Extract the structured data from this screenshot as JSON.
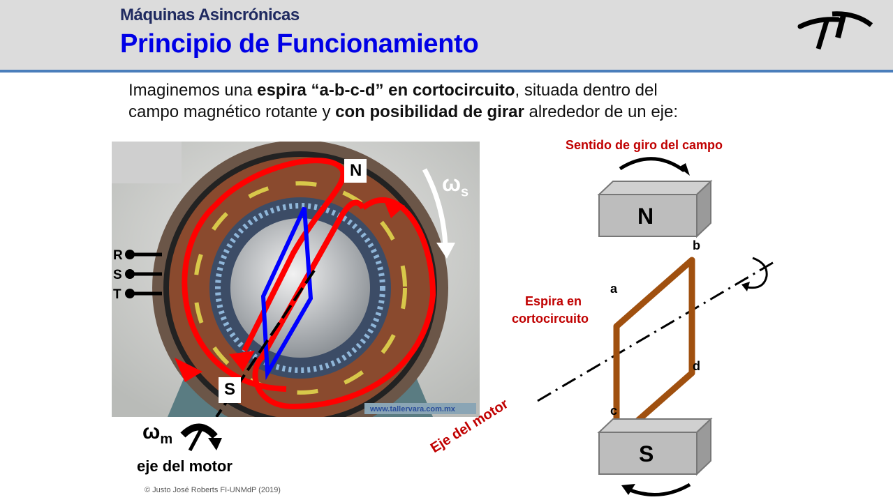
{
  "header": {
    "subtitle": "Máquinas Asincrónicas",
    "title": "Principio de Funcionamiento",
    "logo_icon": "institution-logo-icon"
  },
  "intro": {
    "line1_a": "Imaginemos una ",
    "line1_b": "espira “a-b-c-d” en cortocircuito",
    "line1_c": ", situada dentro del",
    "line2_a": "campo magnético rotante y ",
    "line2_b": "con posibilidad de girar",
    "line2_c": " alrededor de un eje:"
  },
  "photo": {
    "phases": [
      "R",
      "S",
      "T"
    ],
    "pole_north": "N",
    "pole_south": "S",
    "omega_s": "ω",
    "omega_s_sub": "s",
    "watermark": "www.tallervara.com.mx"
  },
  "motor_shaft": {
    "omega_m": "ω",
    "omega_m_sub": "m",
    "label": "eje del motor"
  },
  "diagram": {
    "field_rotation_label": "Sentido de giro del campo",
    "magnet_north": "N",
    "magnet_south": "S",
    "loop_label_line1": "Espira en",
    "loop_label_line2": "cortocircuito",
    "corners": {
      "a": "a",
      "b": "b",
      "c": "c",
      "d": "d"
    },
    "axis_label": "Eje del motor"
  },
  "colors": {
    "title_blue": "#0000e6",
    "accent_red": "#c00000",
    "loop_brown": "#a0500f",
    "header_rule": "#4a7ebb"
  },
  "footer": {
    "copyright": "© Justo José Roberts FI-UNMdP (2019)"
  }
}
